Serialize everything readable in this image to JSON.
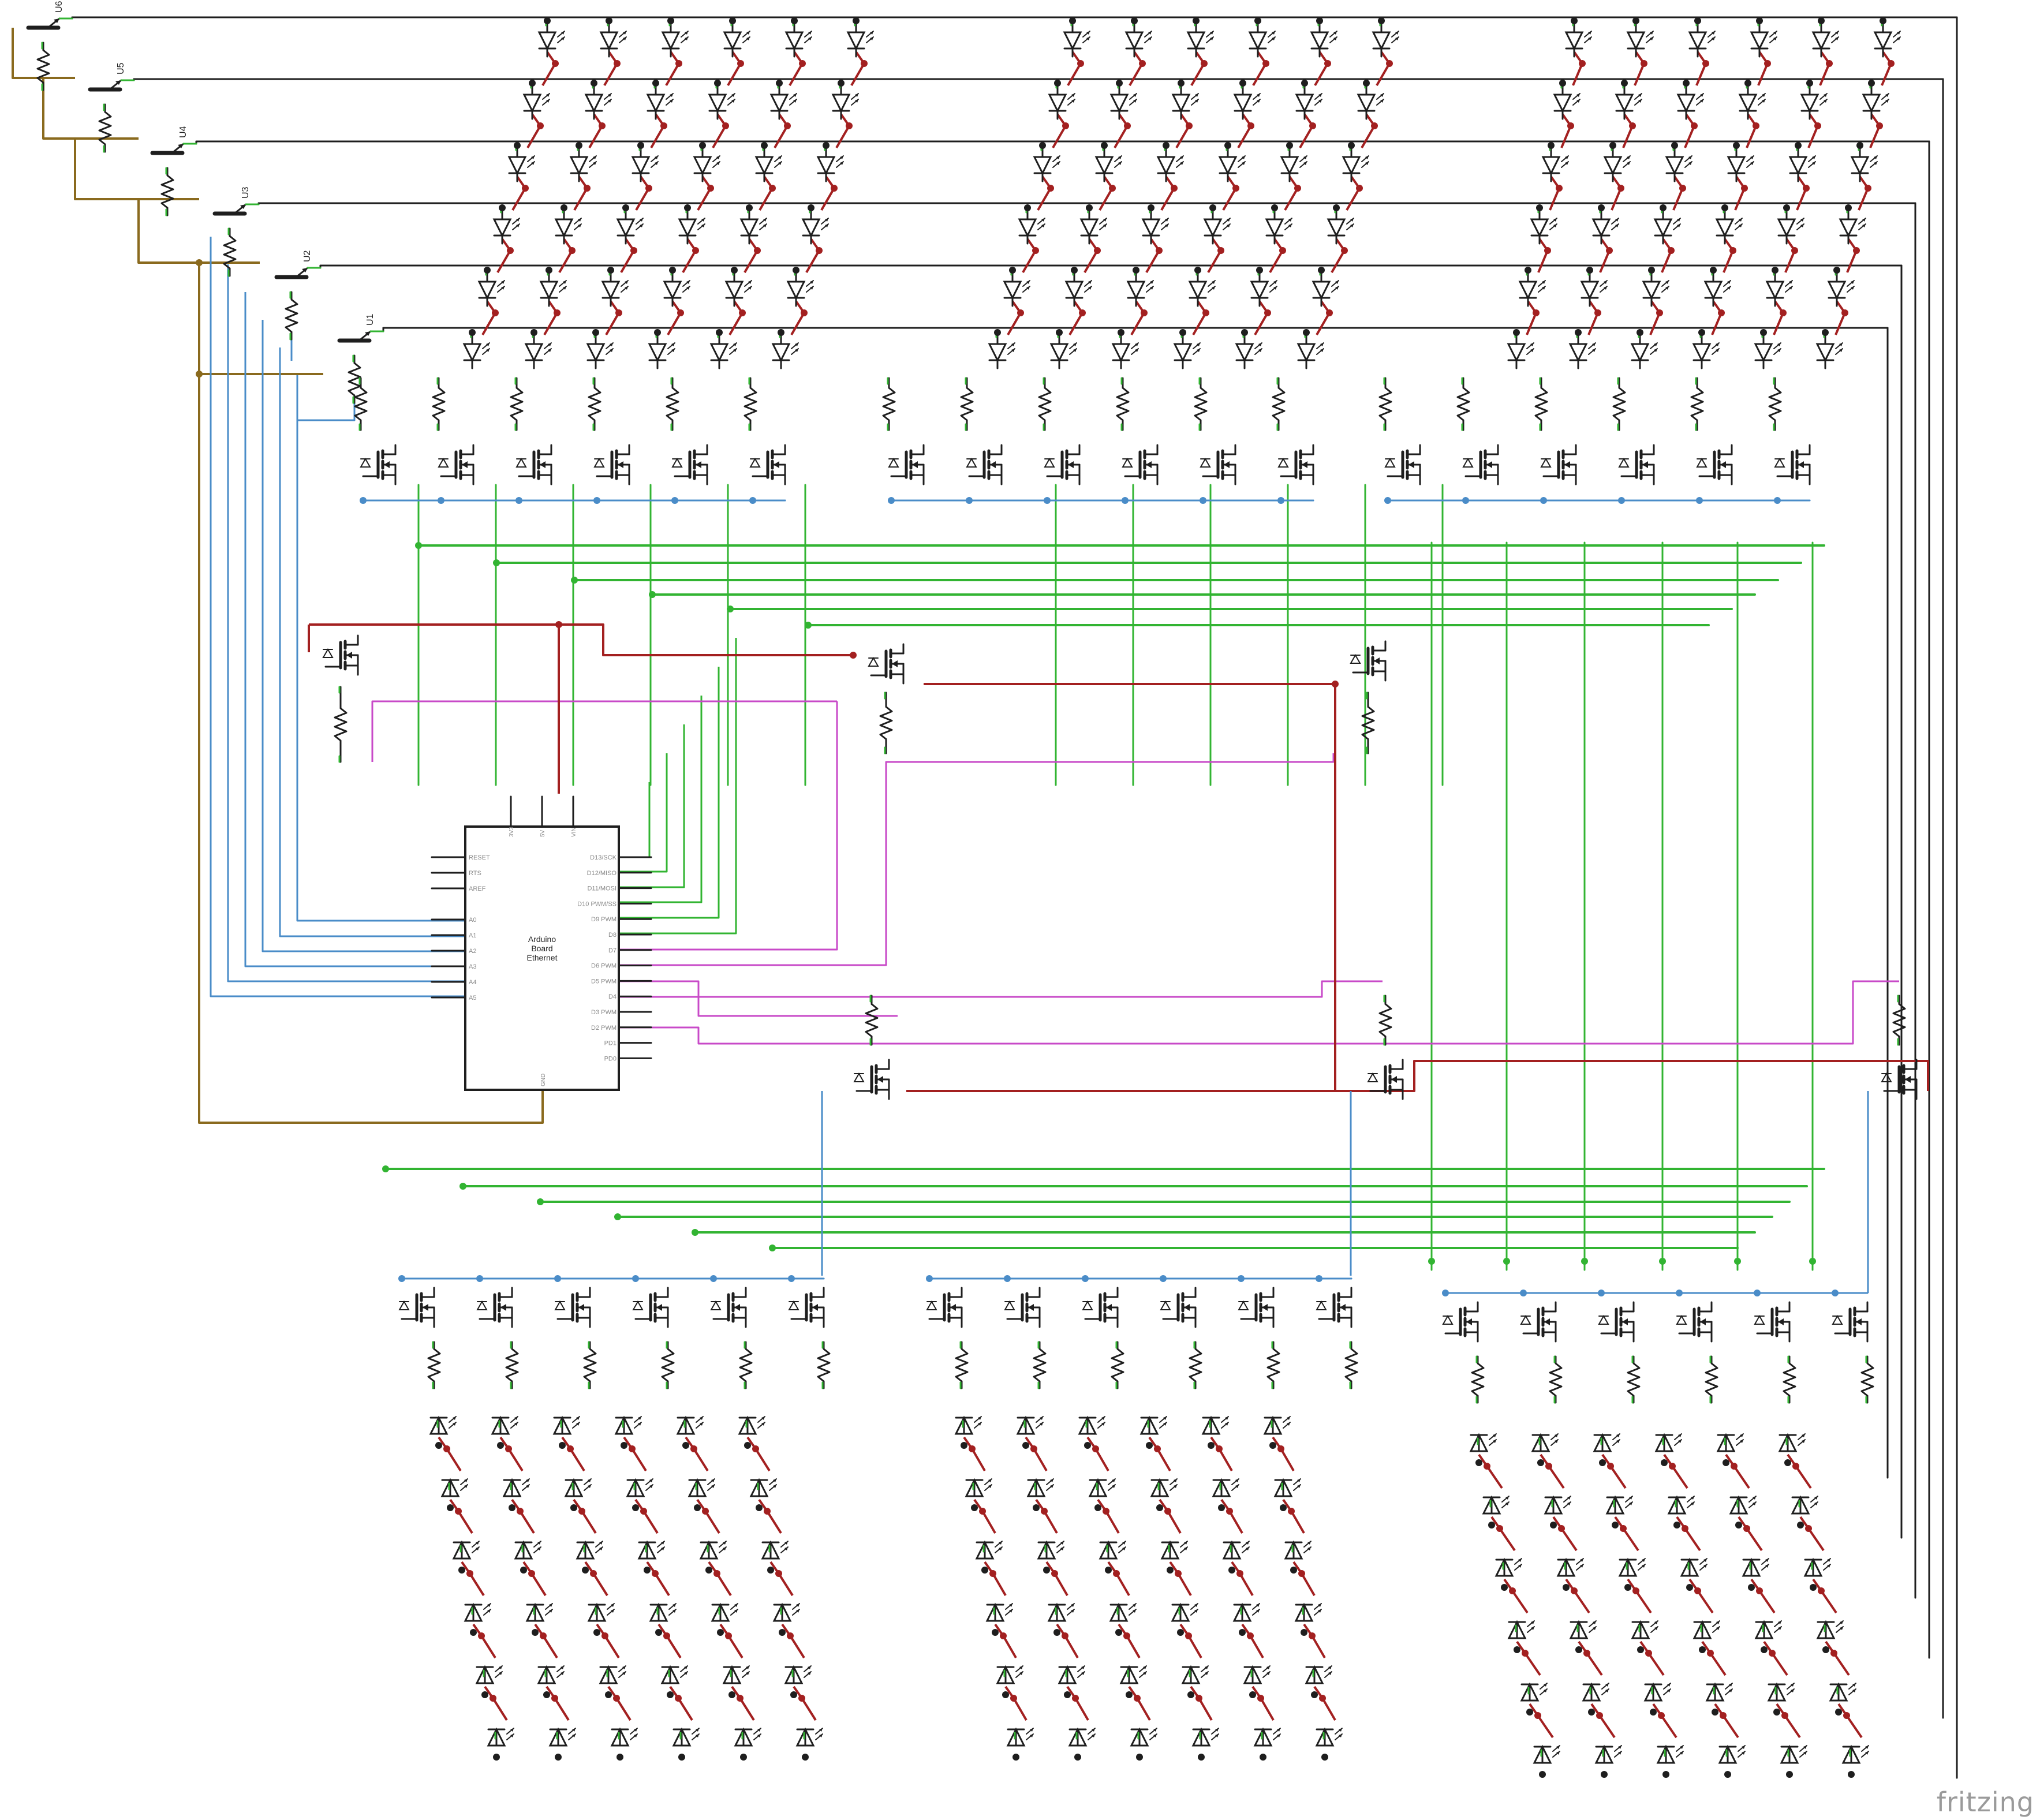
{
  "transistors": [
    "U6",
    "U5",
    "U4",
    "U3",
    "U2",
    "U1"
  ],
  "arduino": {
    "title_lines": [
      "Arduino",
      "Board",
      "Ethernet"
    ],
    "top_pins": [
      "3V3",
      "5V",
      "VIN"
    ],
    "bottom_pin": "GND",
    "left_pins": [
      "RESET",
      "RTS",
      "AREF",
      "",
      "A0",
      "A1",
      "A2",
      "A3",
      "A4",
      "A5"
    ],
    "right_pins": [
      "D13/SCK",
      "D12/MISO",
      "D11/MOSI",
      "D10 PWM/SS",
      "D9 PWM",
      "D8",
      "D7",
      "D6 PWM",
      "D5 PWM",
      "D4",
      "D3 PWM",
      "D2 PWM",
      "PD1",
      "PD0"
    ]
  },
  "wire_colors": {
    "anode": "#a32020",
    "ground": "#32b432",
    "row": "#1e1e1e",
    "analog": "#4a8cc8",
    "pwm": "#c84ac8",
    "base": "#8a6a1e"
  },
  "watermark": "fritzing"
}
